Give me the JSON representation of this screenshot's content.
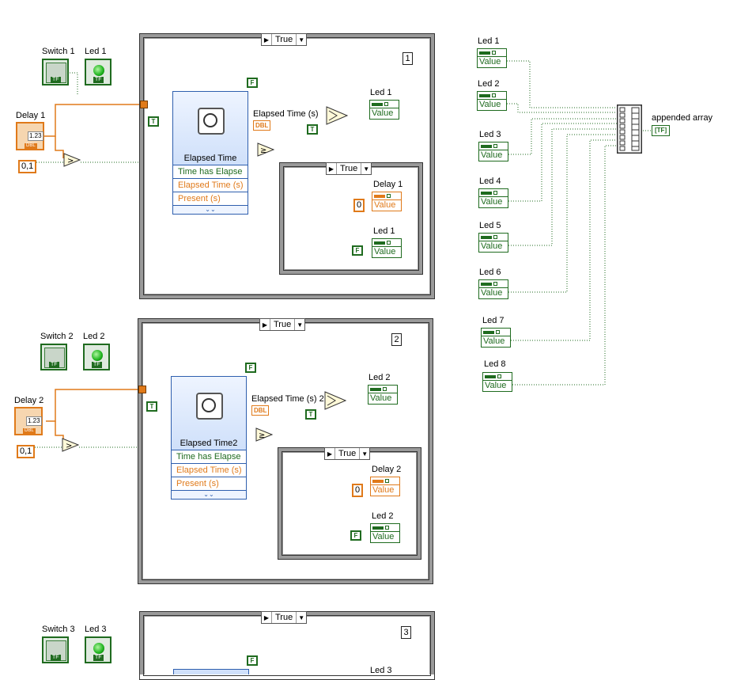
{
  "frame1": {
    "selector": "True",
    "number": "1",
    "switch_label": "Switch 1",
    "led_label": "Led 1",
    "delay_label": "Delay 1",
    "const_value": "0,1",
    "express_title": "Elapsed Time",
    "rows": [
      "Time has Elapse",
      "Elapsed Time (s)",
      "Present (s)"
    ],
    "elapsed_label": "Elapsed Time (s)",
    "led_prop_label": "Led 1",
    "prop_value": "Value",
    "inner_selector": "True",
    "delay_prop_label": "Delay 1",
    "zero": "0",
    "led_prop2_label": "Led 1"
  },
  "frame2": {
    "selector": "True",
    "number": "2",
    "switch_label": "Switch 2",
    "led_label": "Led 2",
    "delay_label": "Delay 2",
    "const_value": "0,1",
    "express_title": "Elapsed Time2",
    "rows": [
      "Time has Elapse",
      "Elapsed Time (s)",
      "Present (s)"
    ],
    "elapsed_label": "Elapsed Time (s) 2",
    "led_prop_label": "Led 2",
    "prop_value": "Value",
    "inner_selector": "True",
    "delay_prop_label": "Delay 2",
    "zero": "0",
    "led_prop2_label": "Led 2"
  },
  "frame3": {
    "selector": "True",
    "number": "3",
    "switch_label": "Switch 3",
    "led_label": "Led 3",
    "led_prop_label": "Led 3"
  },
  "right_leds": [
    "Led 1",
    "Led 2",
    "Led 3",
    "Led 4",
    "Led 5",
    "Led 6",
    "Led 7",
    "Led 8"
  ],
  "prop_value": "Value",
  "appended_label": "appended array",
  "glyphs": {
    "tf": "TF",
    "dbl": "DBL",
    "num": "1.23",
    "true_const": "T",
    "false_const": "F",
    "arrow": "▶",
    "down": "▼",
    "array_tf": "[TF]",
    "chev": "⌄⌄"
  },
  "colors": {
    "boolean": "#1f6b1f",
    "numeric": "#e07a1a",
    "express": "#2f5fae"
  }
}
